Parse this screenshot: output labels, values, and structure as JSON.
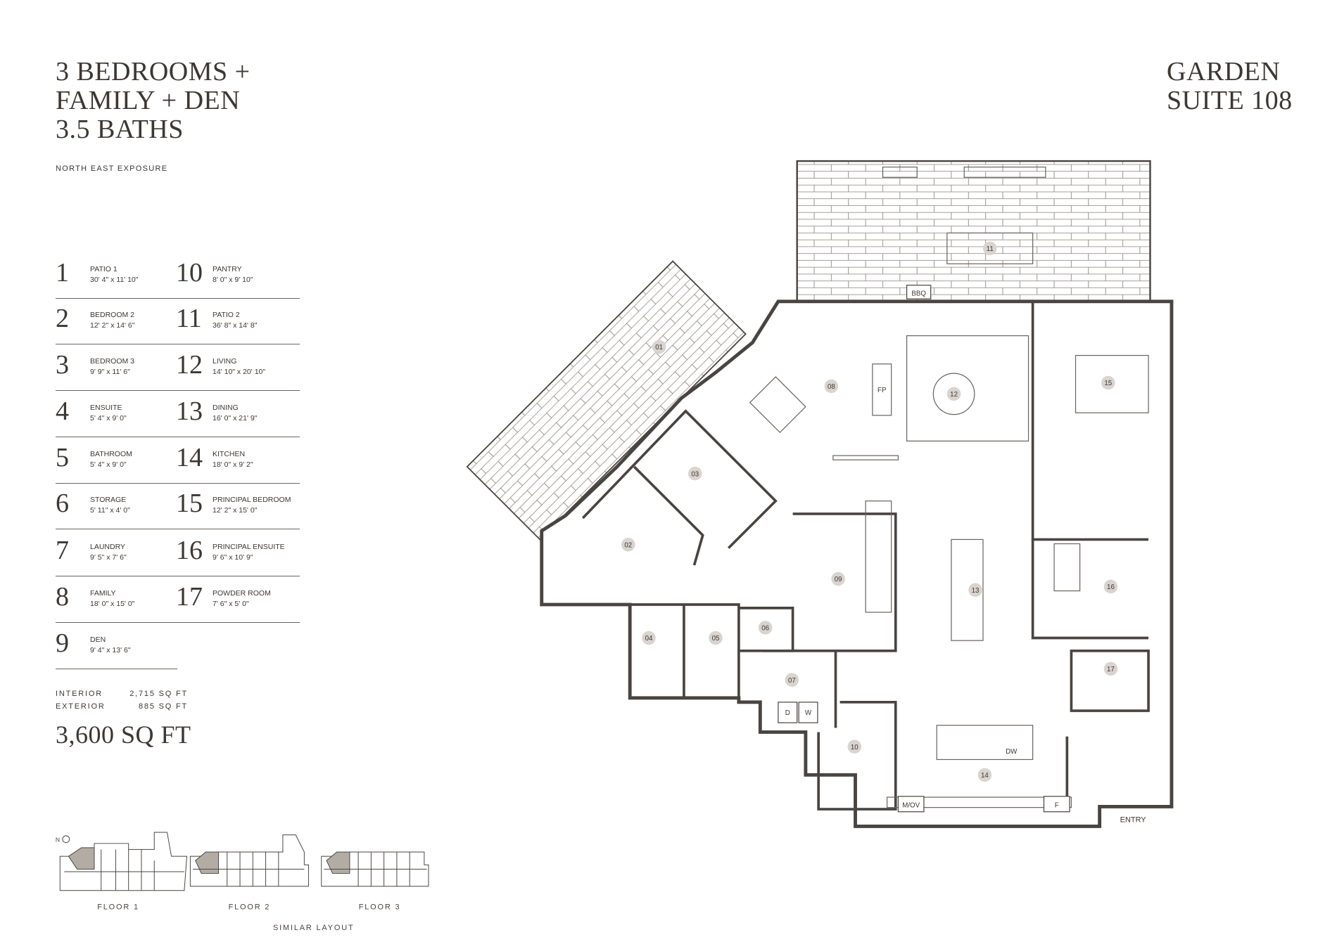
{
  "header": {
    "title_lines": [
      "3 BEDROOMS +",
      "FAMILY + DEN",
      "3.5 BATHS"
    ],
    "suite_lines": [
      "GARDEN",
      "SUITE 108"
    ],
    "exposure": "NORTH EAST EXPOSURE"
  },
  "rooms": [
    {
      "num": "1",
      "name": "PATIO 1",
      "dims": "30' 4\" x 11' 10\""
    },
    {
      "num": "2",
      "name": "BEDROOM 2",
      "dims": "12' 2\" x 14' 6\""
    },
    {
      "num": "3",
      "name": "BEDROOM 3",
      "dims": "9' 9\" x 11' 6\""
    },
    {
      "num": "4",
      "name": "ENSUITE",
      "dims": "5' 4\" x 9' 0\""
    },
    {
      "num": "5",
      "name": "BATHROOM",
      "dims": "5' 4\" x 9' 0\""
    },
    {
      "num": "6",
      "name": "STORAGE",
      "dims": "5' 11\" x 4' 0\""
    },
    {
      "num": "7",
      "name": "LAUNDRY",
      "dims": "9' 5\" x 7' 6\""
    },
    {
      "num": "8",
      "name": "FAMILY",
      "dims": "18' 0\" x 15' 0\""
    },
    {
      "num": "9",
      "name": "DEN",
      "dims": "9' 4\" x 13' 6\""
    },
    {
      "num": "10",
      "name": "PANTRY",
      "dims": "8' 0\" x 9' 10\""
    },
    {
      "num": "11",
      "name": "PATIO 2",
      "dims": "36' 8\" x 14' 8\""
    },
    {
      "num": "12",
      "name": "LIVING",
      "dims": "14' 10\" x 20' 10\""
    },
    {
      "num": "13",
      "name": "DINING",
      "dims": "16' 0\" x 21' 9\""
    },
    {
      "num": "14",
      "name": "KITCHEN",
      "dims": "18' 0\" x 9' 2\""
    },
    {
      "num": "15",
      "name": "PRINCIPAL BEDROOM",
      "dims": "12' 2\" x 15' 0\""
    },
    {
      "num": "16",
      "name": "PRINCIPAL ENSUITE",
      "dims": "9' 6\" x 10' 9\""
    },
    {
      "num": "17",
      "name": "POWDER ROOM",
      "dims": "7' 6\" x 5' 0\""
    }
  ],
  "areas": {
    "interior_label": "INTERIOR",
    "interior_value": "2,715 SQ FT",
    "exterior_label": "EXTERIOR",
    "exterior_value": "885 SQ FT",
    "total": "3,600 SQ FT"
  },
  "plan": {
    "room_tags": [
      "01",
      "02",
      "03",
      "04",
      "05",
      "06",
      "07",
      "08",
      "09",
      "10",
      "11",
      "12",
      "13",
      "14",
      "15",
      "16",
      "17"
    ],
    "fixtures": {
      "bbq": "BBQ",
      "fireplace": "FP",
      "microwave_oven": "M/OV",
      "dishwasher": "DW",
      "fridge": "F",
      "dryer": "D",
      "washer": "W"
    },
    "entry": "ENTRY"
  },
  "key_plans": {
    "north": "N",
    "floors": [
      "FLOOR 1",
      "FLOOR 2",
      "FLOOR 3"
    ],
    "note": "SIMILAR LAYOUT"
  },
  "colors": {
    "text": "#3d3733",
    "wall": "#4a4440",
    "highlight": "#b3aca5",
    "tag": "#d9d4cf"
  }
}
